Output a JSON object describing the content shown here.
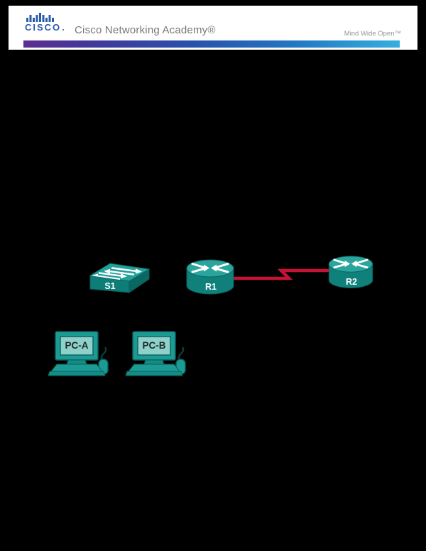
{
  "header": {
    "brand": "CISCO",
    "title": "Cisco Networking Academy®",
    "tagline": "Mind Wide Open™"
  },
  "topology": {
    "switch": {
      "label": "S1",
      "type": "switch"
    },
    "router1": {
      "label": "R1",
      "type": "router"
    },
    "router2": {
      "label": "R2",
      "type": "router"
    },
    "pc1": {
      "label": "PC-A",
      "type": "pc"
    },
    "pc2": {
      "label": "PC-B",
      "type": "pc"
    },
    "link": {
      "from": "R1",
      "to": "R2",
      "type": "serial"
    }
  },
  "colors": {
    "cisco_blue": "#2A5CAA",
    "header_text_gray": "#77787B",
    "bar_gradient_left": "#5C2D90",
    "bar_gradient_right": "#37AFDF",
    "device_teal_body": "#0F807A",
    "device_teal_top": "#2AA49C",
    "pc_screen_teal": "#8FD0CA",
    "serial_link_red": "#C51235"
  }
}
